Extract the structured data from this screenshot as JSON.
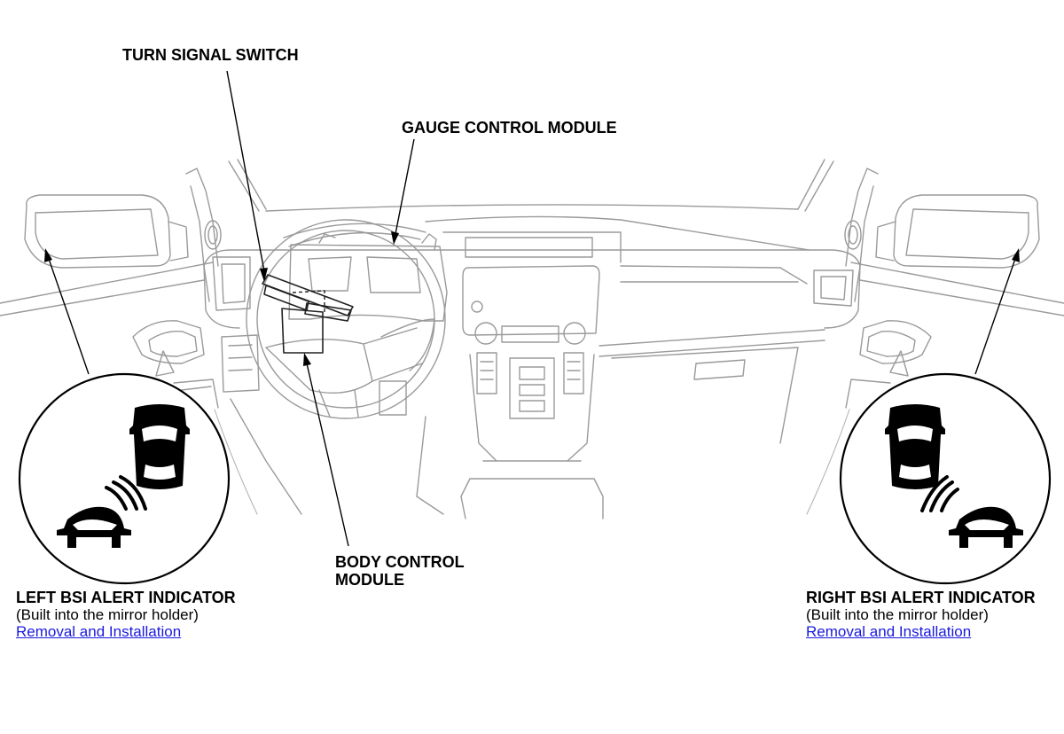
{
  "labels": {
    "turn_signal_switch": "TURN SIGNAL SWITCH",
    "gauge_control_module": "GAUGE CONTROL MODULE",
    "body_control_module_line1": "BODY CONTROL",
    "body_control_module_line2": "MODULE",
    "left_indicator": {
      "title": "LEFT BSI ALERT INDICATOR",
      "note": "(Built into the mirror holder)",
      "link": "Removal and Installation"
    },
    "right_indicator": {
      "title": "RIGHT BSI ALERT INDICATOR",
      "note": "(Built into the mirror holder)",
      "link": "Removal and Installation"
    }
  },
  "icons": [
    "left-bsi-alert-icon",
    "right-bsi-alert-icon"
  ],
  "colors": {
    "link": "#1a1adf",
    "line_art": "#9a9a9a",
    "ink": "#000000"
  }
}
